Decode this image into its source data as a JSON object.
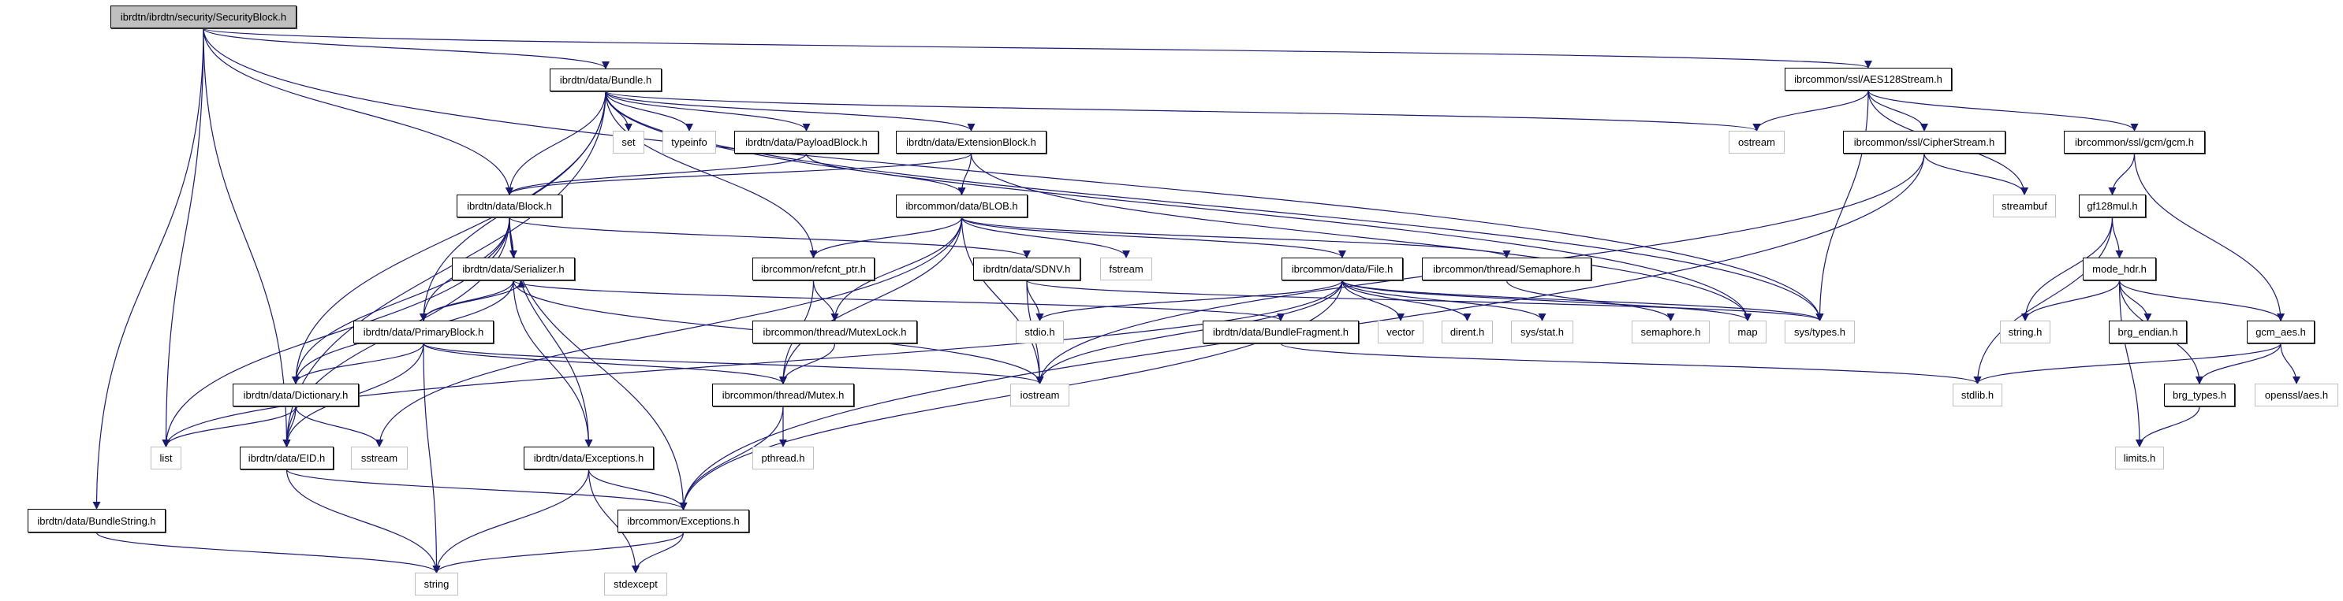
{
  "diagram": {
    "type": "include-dependency-graph",
    "root": "ibrdtn/ibrdtn/security/SecurityBlock.h",
    "colors": {
      "edge": "#191970",
      "root_fill": "#bfbfbf",
      "local_border": "#000000",
      "system_border": "#bfbfbf"
    },
    "nodes": [
      {
        "id": "securityblock",
        "label": "ibrdtn/ibrdtn/security/SecurityBlock.h",
        "kind": "root"
      },
      {
        "id": "bundle",
        "label": "ibrdtn/data/Bundle.h",
        "kind": "local"
      },
      {
        "id": "aes128stream",
        "label": "ibrcommon/ssl/AES128Stream.h",
        "kind": "local"
      },
      {
        "id": "set",
        "label": "set",
        "kind": "system"
      },
      {
        "id": "typeinfo",
        "label": "typeinfo",
        "kind": "system"
      },
      {
        "id": "payloadblock",
        "label": "ibrdtn/data/PayloadBlock.h",
        "kind": "local"
      },
      {
        "id": "extensionblock",
        "label": "ibrdtn/data/ExtensionBlock.h",
        "kind": "local"
      },
      {
        "id": "ostream",
        "label": "ostream",
        "kind": "system"
      },
      {
        "id": "cipherstream",
        "label": "ibrcommon/ssl/CipherStream.h",
        "kind": "local"
      },
      {
        "id": "gcm",
        "label": "ibrcommon/ssl/gcm/gcm.h",
        "kind": "local"
      },
      {
        "id": "block",
        "label": "ibrdtn/data/Block.h",
        "kind": "local"
      },
      {
        "id": "blob",
        "label": "ibrcommon/data/BLOB.h",
        "kind": "local"
      },
      {
        "id": "streambuf",
        "label": "streambuf",
        "kind": "system"
      },
      {
        "id": "gf128mul",
        "label": "gf128mul.h",
        "kind": "local"
      },
      {
        "id": "serializer",
        "label": "ibrdtn/data/Serializer.h",
        "kind": "local"
      },
      {
        "id": "refcnt",
        "label": "ibrcommon/refcnt_ptr.h",
        "kind": "local"
      },
      {
        "id": "sdnv",
        "label": "ibrdtn/data/SDNV.h",
        "kind": "local"
      },
      {
        "id": "fstream",
        "label": "fstream",
        "kind": "system"
      },
      {
        "id": "file",
        "label": "ibrcommon/data/File.h",
        "kind": "local"
      },
      {
        "id": "semaphore",
        "label": "ibrcommon/thread/Semaphore.h",
        "kind": "local"
      },
      {
        "id": "modehdr",
        "label": "mode_hdr.h",
        "kind": "local"
      },
      {
        "id": "primaryblock",
        "label": "ibrdtn/data/PrimaryBlock.h",
        "kind": "local"
      },
      {
        "id": "mutexlock",
        "label": "ibrcommon/thread/MutexLock.h",
        "kind": "local"
      },
      {
        "id": "stdio",
        "label": "stdio.h",
        "kind": "system"
      },
      {
        "id": "bundlefragment",
        "label": "ibrdtn/data/BundleFragment.h",
        "kind": "local"
      },
      {
        "id": "vector",
        "label": "vector",
        "kind": "system"
      },
      {
        "id": "dirent",
        "label": "dirent.h",
        "kind": "system"
      },
      {
        "id": "sysstat",
        "label": "sys/stat.h",
        "kind": "system"
      },
      {
        "id": "semaphoreh",
        "label": "semaphore.h",
        "kind": "system"
      },
      {
        "id": "map",
        "label": "map",
        "kind": "system"
      },
      {
        "id": "systypes",
        "label": "sys/types.h",
        "kind": "system"
      },
      {
        "id": "stringh",
        "label": "string.h",
        "kind": "system"
      },
      {
        "id": "brgendian",
        "label": "brg_endian.h",
        "kind": "local"
      },
      {
        "id": "gcmaes",
        "label": "gcm_aes.h",
        "kind": "local"
      },
      {
        "id": "dictionary",
        "label": "ibrdtn/data/Dictionary.h",
        "kind": "local"
      },
      {
        "id": "mutex",
        "label": "ibrcommon/thread/Mutex.h",
        "kind": "local"
      },
      {
        "id": "iostream",
        "label": "iostream",
        "kind": "system"
      },
      {
        "id": "stdlib",
        "label": "stdlib.h",
        "kind": "system"
      },
      {
        "id": "brgtypes",
        "label": "brg_types.h",
        "kind": "local"
      },
      {
        "id": "opensslaes",
        "label": "openssl/aes.h",
        "kind": "system"
      },
      {
        "id": "list",
        "label": "list",
        "kind": "system"
      },
      {
        "id": "eid",
        "label": "ibrdtn/data/EID.h",
        "kind": "local"
      },
      {
        "id": "sstream",
        "label": "sstream",
        "kind": "system"
      },
      {
        "id": "dtnexceptions",
        "label": "ibrdtn/data/Exceptions.h",
        "kind": "local"
      },
      {
        "id": "pthread",
        "label": "pthread.h",
        "kind": "system"
      },
      {
        "id": "limits",
        "label": "limits.h",
        "kind": "system"
      },
      {
        "id": "bundlestring",
        "label": "ibrdtn/data/BundleString.h",
        "kind": "local"
      },
      {
        "id": "commonexceptions",
        "label": "ibrcommon/Exceptions.h",
        "kind": "local"
      },
      {
        "id": "string",
        "label": "string",
        "kind": "system"
      },
      {
        "id": "stdexcept",
        "label": "stdexcept",
        "kind": "system"
      }
    ],
    "edges": [
      [
        "securityblock",
        "bundle"
      ],
      [
        "securityblock",
        "block"
      ],
      [
        "securityblock",
        "eid"
      ],
      [
        "securityblock",
        "list"
      ],
      [
        "securityblock",
        "bundlestring"
      ],
      [
        "securityblock",
        "aes128stream"
      ],
      [
        "securityblock",
        "systypes"
      ],
      [
        "bundle",
        "block"
      ],
      [
        "bundle",
        "dictionary"
      ],
      [
        "bundle",
        "primaryblock"
      ],
      [
        "bundle",
        "eid"
      ],
      [
        "bundle",
        "refcnt"
      ],
      [
        "bundle",
        "set"
      ],
      [
        "bundle",
        "typeinfo"
      ],
      [
        "bundle",
        "payloadblock"
      ],
      [
        "bundle",
        "extensionblock"
      ],
      [
        "bundle",
        "ostream"
      ],
      [
        "bundle",
        "map"
      ],
      [
        "bundle",
        "systypes"
      ],
      [
        "payloadblock",
        "block"
      ],
      [
        "payloadblock",
        "blob"
      ],
      [
        "extensionblock",
        "block"
      ],
      [
        "extensionblock",
        "blob"
      ],
      [
        "extensionblock",
        "map"
      ],
      [
        "block",
        "serializer"
      ],
      [
        "block",
        "dictionary"
      ],
      [
        "block",
        "eid"
      ],
      [
        "block",
        "list"
      ],
      [
        "block",
        "primaryblock"
      ],
      [
        "block",
        "dtnexceptions"
      ],
      [
        "block",
        "commonexceptions"
      ],
      [
        "block",
        "sdnv"
      ],
      [
        "blob",
        "refcnt"
      ],
      [
        "blob",
        "mutexlock"
      ],
      [
        "blob",
        "mutex"
      ],
      [
        "blob",
        "fstream"
      ],
      [
        "blob",
        "file"
      ],
      [
        "blob",
        "semaphore"
      ],
      [
        "blob",
        "sstream"
      ],
      [
        "blob",
        "iostream"
      ],
      [
        "serializer",
        "primaryblock"
      ],
      [
        "serializer",
        "dictionary"
      ],
      [
        "serializer",
        "dtnexceptions"
      ],
      [
        "serializer",
        "iostream"
      ],
      [
        "serializer",
        "bundlefragment"
      ],
      [
        "primaryblock",
        "serializer"
      ],
      [
        "primaryblock",
        "dictionary"
      ],
      [
        "primaryblock",
        "eid"
      ],
      [
        "primaryblock",
        "string"
      ],
      [
        "primaryblock",
        "mutex"
      ],
      [
        "primaryblock",
        "iostream"
      ],
      [
        "refcnt",
        "mutexlock"
      ],
      [
        "refcnt",
        "mutex"
      ],
      [
        "mutexlock",
        "mutex"
      ],
      [
        "mutex",
        "pthread"
      ],
      [
        "mutex",
        "commonexceptions"
      ],
      [
        "sdnv",
        "stdio"
      ],
      [
        "sdnv",
        "iostream"
      ],
      [
        "sdnv",
        "systypes"
      ],
      [
        "file",
        "stdio"
      ],
      [
        "file",
        "iostream"
      ],
      [
        "file",
        "list"
      ],
      [
        "file",
        "vector"
      ],
      [
        "file",
        "dirent"
      ],
      [
        "file",
        "sysstat"
      ],
      [
        "file",
        "systypes"
      ],
      [
        "file",
        "map"
      ],
      [
        "file",
        "commonexceptions"
      ],
      [
        "semaphore",
        "semaphoreh"
      ],
      [
        "dictionary",
        "list"
      ],
      [
        "dictionary",
        "eid"
      ],
      [
        "dictionary",
        "sstream"
      ],
      [
        "eid",
        "string"
      ],
      [
        "eid",
        "commonexceptions"
      ],
      [
        "dtnexceptions",
        "string"
      ],
      [
        "dtnexceptions",
        "stdexcept"
      ],
      [
        "dtnexceptions",
        "commonexceptions"
      ],
      [
        "commonexceptions",
        "string"
      ],
      [
        "commonexceptions",
        "stdexcept"
      ],
      [
        "bundlestring",
        "string"
      ],
      [
        "bundlefragment",
        "stdlib"
      ],
      [
        "aes128stream",
        "ostream"
      ],
      [
        "aes128stream",
        "cipherstream"
      ],
      [
        "aes128stream",
        "streambuf"
      ],
      [
        "aes128stream",
        "gcm"
      ],
      [
        "aes128stream",
        "systypes"
      ],
      [
        "cipherstream",
        "streambuf"
      ],
      [
        "cipherstream",
        "iostream"
      ],
      [
        "cipherstream",
        "commonexceptions"
      ],
      [
        "gcm",
        "gf128mul"
      ],
      [
        "gcm",
        "gcmaes"
      ],
      [
        "gf128mul",
        "modehdr"
      ],
      [
        "gf128mul",
        "stringh"
      ],
      [
        "gf128mul",
        "stdlib"
      ],
      [
        "modehdr",
        "stringh"
      ],
      [
        "modehdr",
        "brgendian"
      ],
      [
        "modehdr",
        "brgtypes"
      ],
      [
        "modehdr",
        "limits"
      ],
      [
        "modehdr",
        "gcmaes"
      ],
      [
        "gcmaes",
        "stdlib"
      ],
      [
        "gcmaes",
        "brgtypes"
      ],
      [
        "gcmaes",
        "opensslaes"
      ],
      [
        "brgtypes",
        "limits"
      ]
    ]
  }
}
